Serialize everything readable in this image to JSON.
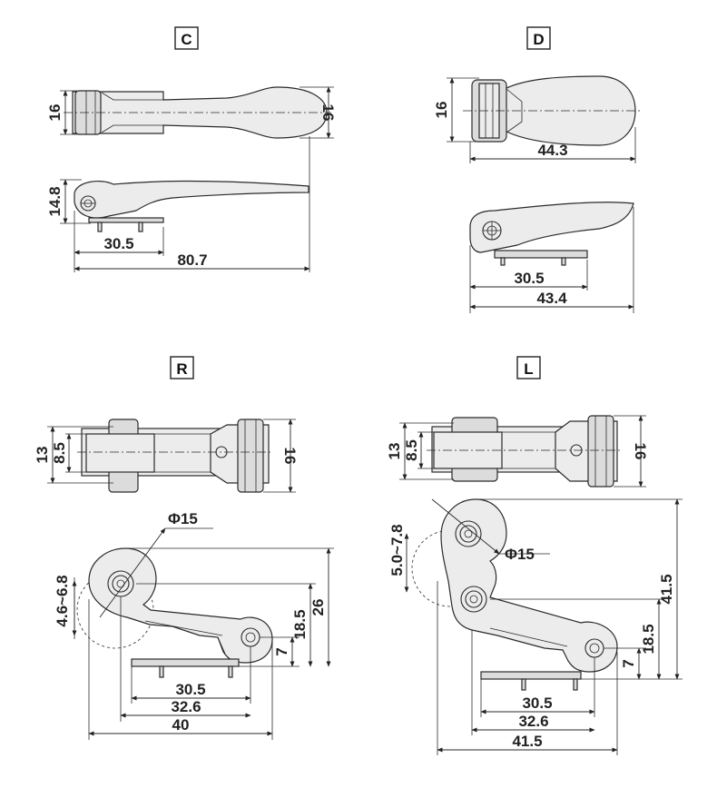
{
  "views": {
    "C": {
      "label": "C",
      "dims": {
        "top_h_left": "16",
        "top_h_right": "16",
        "side_h": "14.8",
        "pitch": "30.5",
        "length": "80.7"
      }
    },
    "D": {
      "label": "D",
      "dims": {
        "top_h": "16",
        "top_len": "44.3",
        "pitch": "30.5",
        "length": "43.4"
      }
    },
    "R": {
      "label": "R",
      "dims": {
        "h13": "13",
        "h8_5": "8.5",
        "h16": "16",
        "phi": "Φ15",
        "range": "4.6~6.8",
        "h26": "26",
        "h18_5": "18.5",
        "h7": "7",
        "pitch": "30.5",
        "len32_6": "32.6",
        "len40": "40"
      }
    },
    "L": {
      "label": "L",
      "dims": {
        "h13": "13",
        "h8_5": "8.5",
        "h16": "16",
        "phi": "Φ15",
        "range": "5.0~7.8",
        "h41_5": "41.5",
        "h18_5": "18.5",
        "h7": "7",
        "pitch": "30.5",
        "len32_6": "32.6",
        "len41_5": "41.5"
      }
    }
  }
}
